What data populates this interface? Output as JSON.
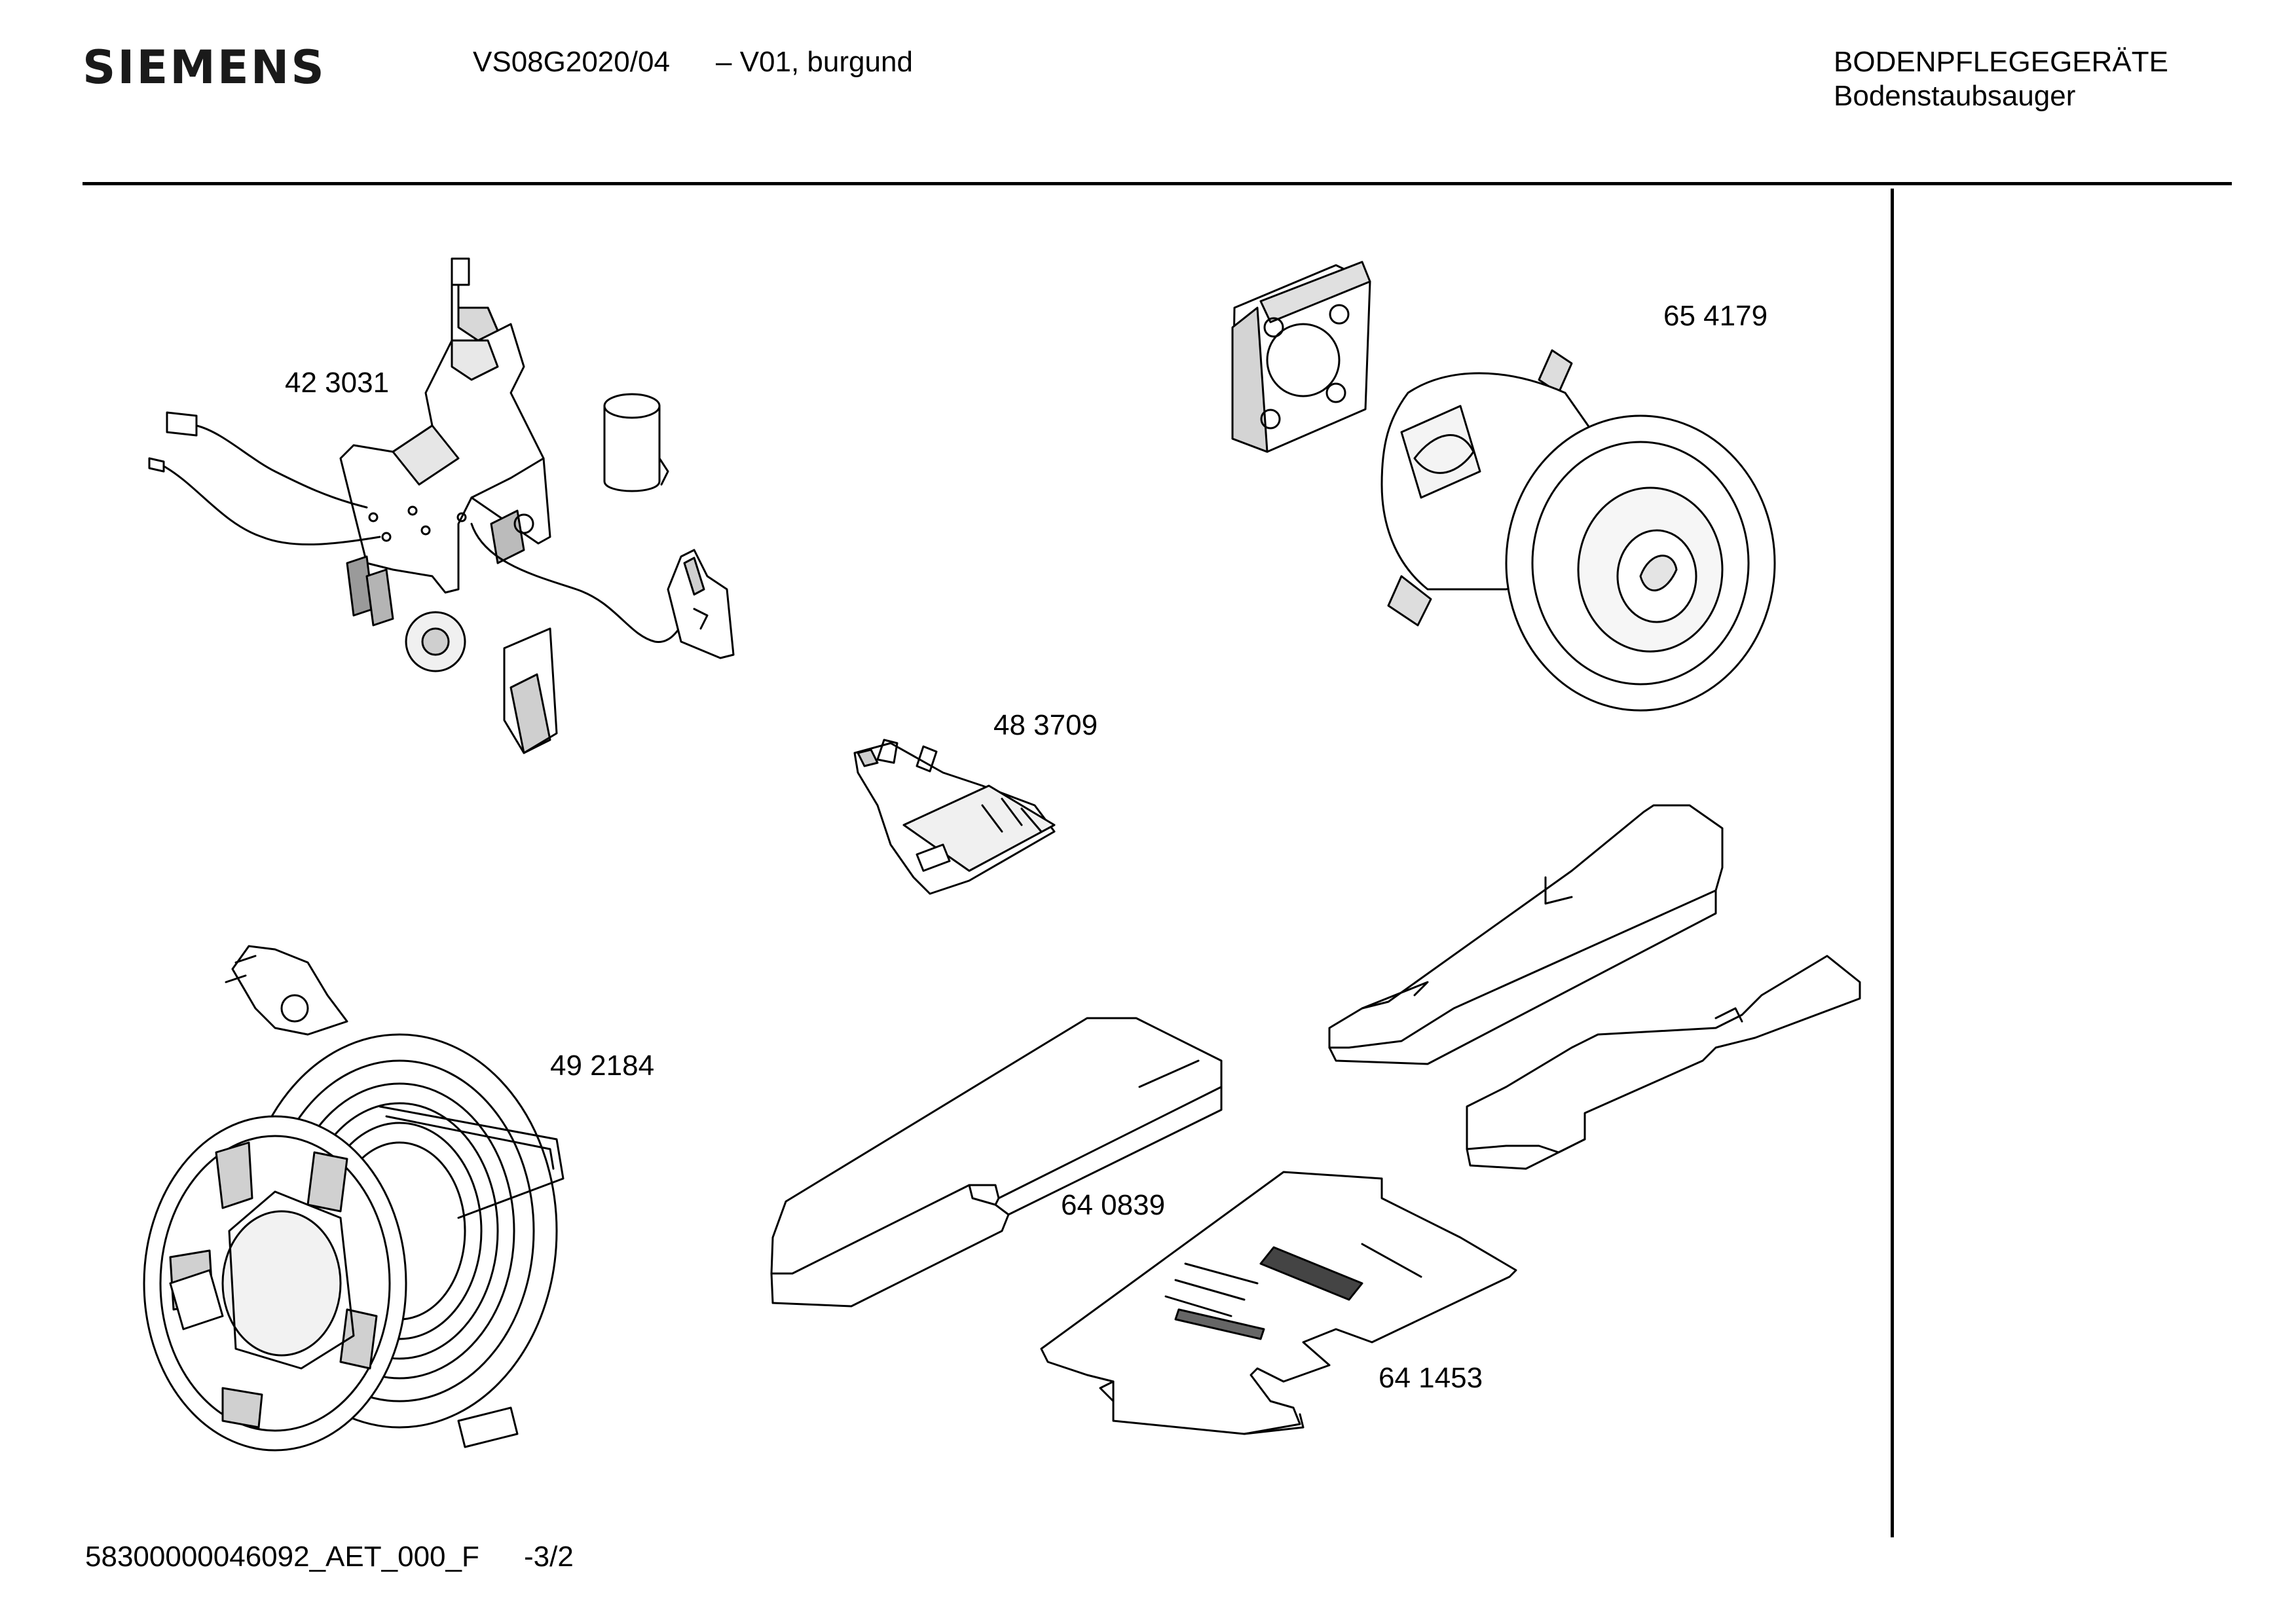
{
  "header": {
    "brand": "SIEMENS",
    "model": "VS08G2020/04",
    "variant": "– V01, burgund",
    "category": "BODENPFLEGEGERÄTE",
    "subcategory": "Bodenstaubsauger"
  },
  "parts": [
    {
      "id": "part-423031",
      "number": "42 3031"
    },
    {
      "id": "part-654179",
      "number": "65 4179"
    },
    {
      "id": "part-483709",
      "number": "48 3709"
    },
    {
      "id": "part-492184",
      "number": "49 2184"
    },
    {
      "id": "part-640839",
      "number": "64 0839"
    },
    {
      "id": "part-641453",
      "number": "64 1453"
    }
  ],
  "footer": {
    "document_code": "58300000046092_AET_000_F",
    "page": "-3/2"
  }
}
